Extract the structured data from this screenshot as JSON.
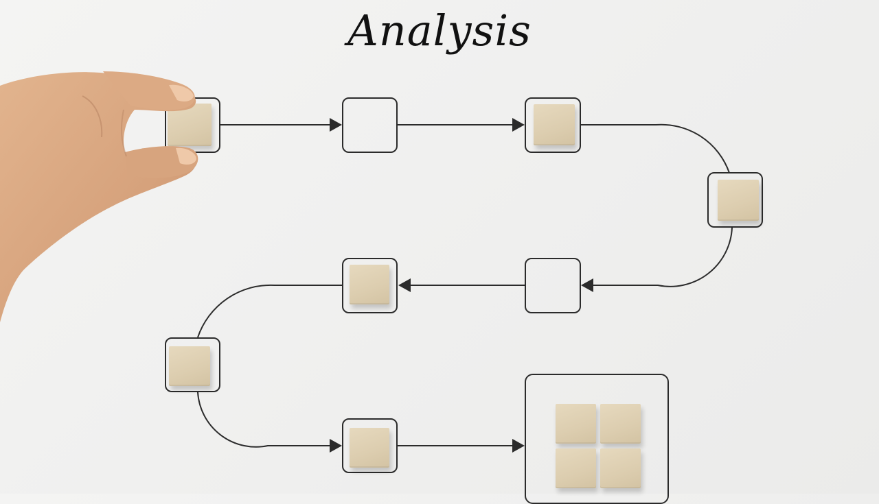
{
  "title": "Analysis",
  "colors": {
    "background": "#f0f0ef",
    "line": "#2b2b2b",
    "block": "#dccdaf",
    "skin": "#d9a77f"
  },
  "nodes": [
    {
      "id": "step-1",
      "filled": true
    },
    {
      "id": "step-2",
      "filled": false
    },
    {
      "id": "step-3",
      "filled": true
    },
    {
      "id": "step-4",
      "filled": true
    },
    {
      "id": "step-5",
      "filled": false
    },
    {
      "id": "step-6",
      "filled": true
    },
    {
      "id": "step-7",
      "filled": true
    },
    {
      "id": "step-8",
      "filled": true
    },
    {
      "id": "result",
      "filled": true,
      "blocks": 4
    }
  ],
  "icons": {
    "hand": "hand-holding-block"
  }
}
